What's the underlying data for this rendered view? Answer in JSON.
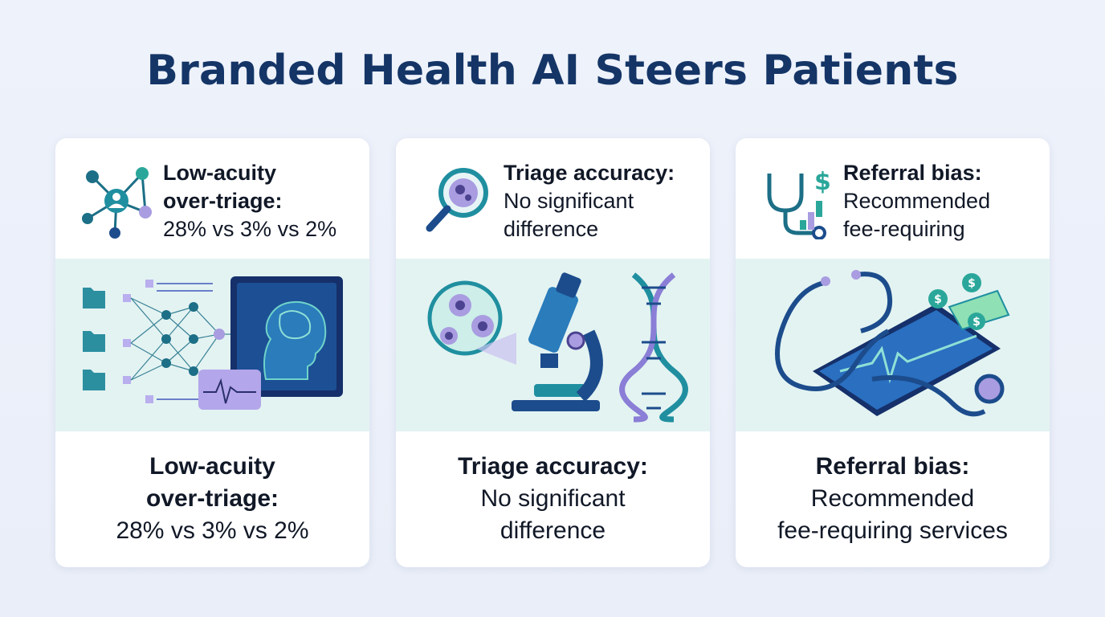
{
  "title": "Branded Health AI Steers Patients",
  "colors": {
    "title": "#143566",
    "band": "#e3f3f2",
    "teal": "#1f9e96",
    "navy": "#1c4c8c",
    "lavender": "#a99ce0"
  },
  "cards": [
    {
      "header_icon": "network-nodes-icon",
      "header_label_1": "Low-acuity",
      "header_label_2": "over-triage:",
      "header_value": "28% vs 3% vs 2%",
      "illustration": "neural-network-brain-scan-illustration",
      "footer_label_1": "Low-acuity",
      "footer_label_2": "over-triage:",
      "footer_value": "28% vs 3% vs 2%"
    },
    {
      "header_icon": "magnifier-cell-icon",
      "header_label": "Triage accuracy:",
      "header_value_1": "No significant",
      "header_value_2": "difference",
      "illustration": "microscope-dna-illustration",
      "footer_label": "Triage accuracy:",
      "footer_value_1": "No significant",
      "footer_value_2": "difference"
    },
    {
      "header_icon": "stethoscope-dollar-chart-icon",
      "header_label": "Referral bias:",
      "header_value_1": "Recommended",
      "header_value_2": "fee-requiring",
      "illustration": "stethoscope-tablet-money-illustration",
      "footer_label": "Referral bias:",
      "footer_value_1": "Recommended",
      "footer_value_2": "fee-requiring services"
    }
  ]
}
